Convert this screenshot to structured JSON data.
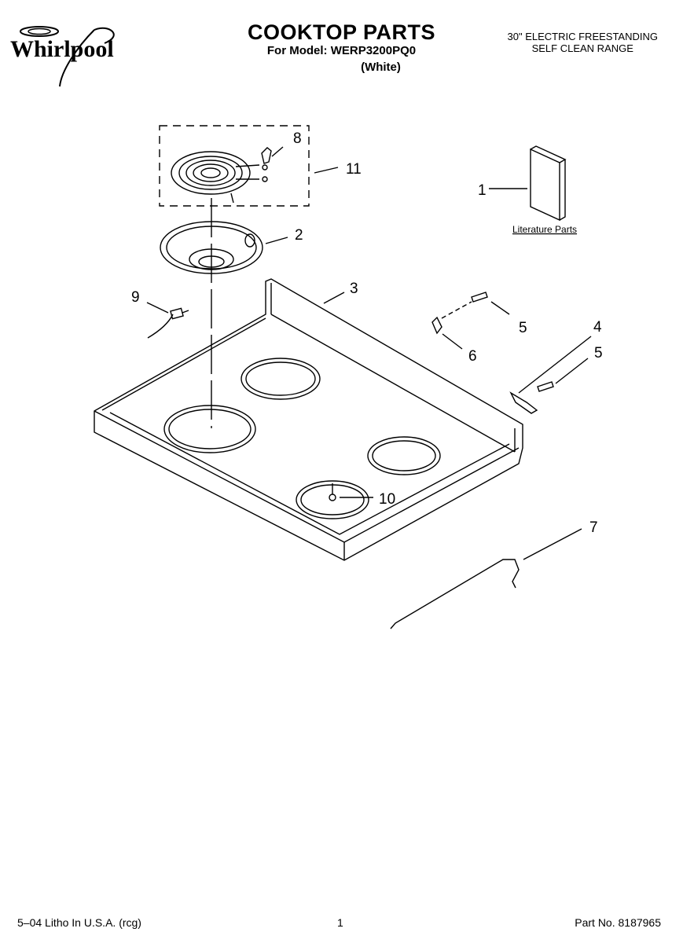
{
  "header": {
    "brand": "Whirlpool",
    "title": "COOKTOP PARTS",
    "model_line": "For Model: WERP3200PQ0",
    "color_line": "(White)",
    "description_line1": "30\" ELECTRIC FREESTANDING",
    "description_line2": "SELF CLEAN RANGE"
  },
  "diagram": {
    "literature_label": "Literature Parts",
    "callouts": [
      "1",
      "2",
      "3",
      "4",
      "5",
      "5",
      "6",
      "7",
      "8",
      "9",
      "10",
      "11"
    ]
  },
  "footer": {
    "left": "5–04 Litho In U.S.A. (rcg)",
    "center": "1",
    "right": "Part No. 8187965"
  }
}
